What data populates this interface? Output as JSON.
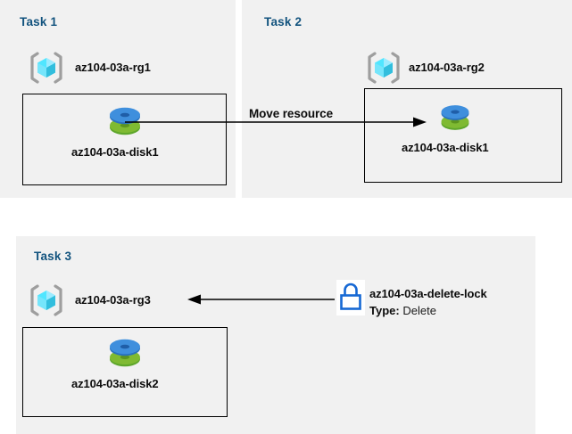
{
  "diagram": {
    "title": "Azure resource groups, disks, move resource and delete lock diagram",
    "colors": {
      "panel_bg": "#f1f1f1",
      "page_bg": "#ffffff",
      "task_label": "#12537e",
      "box_border": "#000000",
      "arrow": "#000000",
      "lock": "#1668d4",
      "disk_blue": "#3a8ddd",
      "disk_green": "#72b52e",
      "cube_cyan": "#50e6ff",
      "bracket_gray": "#9e9e9e"
    }
  },
  "tasks": [
    {
      "id": "task1",
      "label": "Task 1",
      "resource_group": {
        "name": "az104-03a-rg1",
        "icon": "resource-group-cube-icon"
      },
      "resource": {
        "name": "az104-03a-disk1",
        "icon": "managed-disk-icon"
      }
    },
    {
      "id": "task2",
      "label": "Task 2",
      "resource_group": {
        "name": "az104-03a-rg2",
        "icon": "resource-group-cube-icon"
      },
      "resource": {
        "name": "az104-03a-disk1",
        "icon": "managed-disk-icon"
      }
    },
    {
      "id": "task3",
      "label": "Task 3",
      "resource_group": {
        "name": "az104-03a-rg3",
        "icon": "resource-group-cube-icon"
      },
      "resource": {
        "name": "az104-03a-disk2",
        "icon": "managed-disk-icon"
      }
    }
  ],
  "connectors": [
    {
      "id": "move-resource",
      "label": "Move resource",
      "direction": "right",
      "from": "task1-disk1",
      "to": "task2-disk1"
    },
    {
      "id": "lock-applies-to-rg3",
      "label": "",
      "direction": "left",
      "from": "delete-lock",
      "to": "task3-rg3"
    }
  ],
  "lock": {
    "icon": "padlock-icon",
    "name": "az104-03a-delete-lock",
    "type_key": "Type:",
    "type_value": "Delete"
  }
}
